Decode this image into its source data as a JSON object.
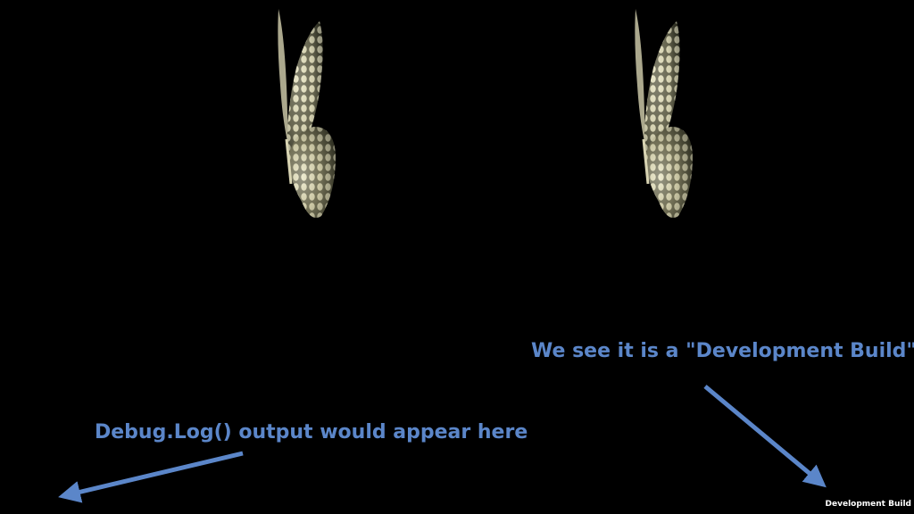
{
  "annotations": {
    "debug_log_note": "Debug.Log() output would appear here",
    "development_build_note": "We see it is a \"Development Build\""
  },
  "overlay": {
    "development_build_label": "Development Build"
  },
  "colors": {
    "background": "#000000",
    "annotation": "#5b86c9",
    "overlay_text": "#ffffff",
    "wing_cream": "#e9e6c8",
    "wing_dark": "#2c2d21"
  },
  "icons": [
    "butterfly-icon",
    "arrow-icon"
  ]
}
